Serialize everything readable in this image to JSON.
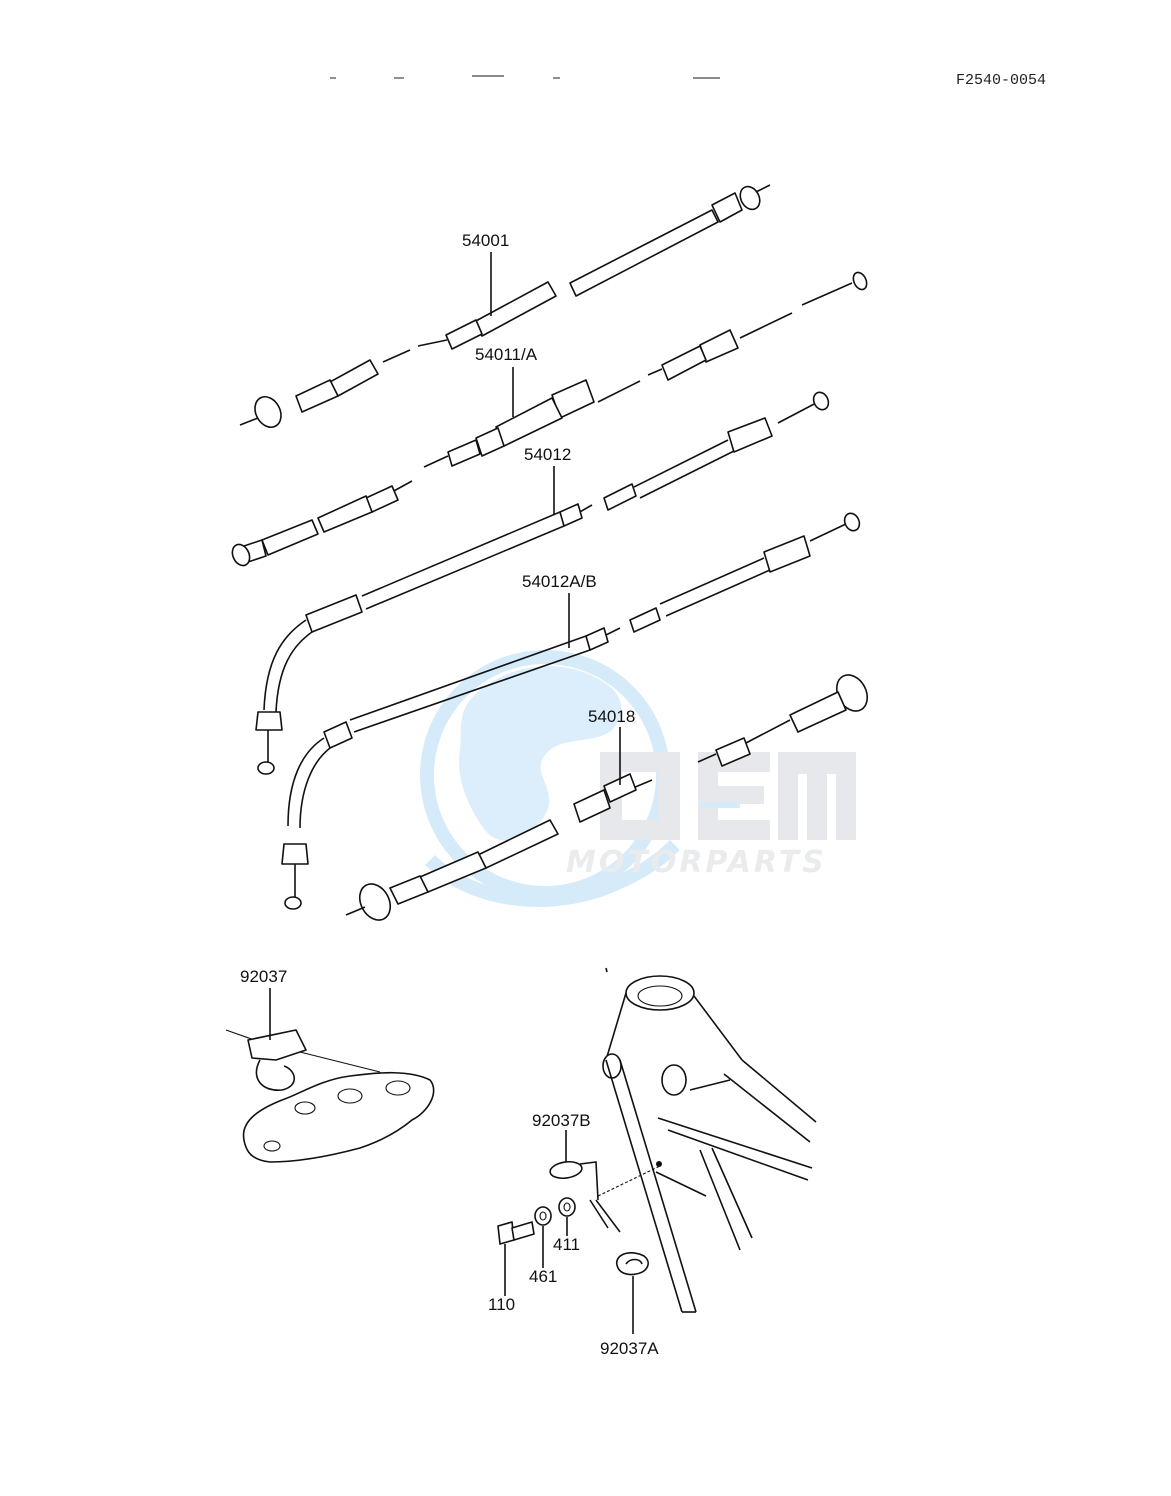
{
  "header": {
    "ref_code": "F2540-0054"
  },
  "watermark": {
    "brand": "OEM",
    "subtitle": "MOTORPARTS",
    "colors": {
      "globe": "#5aaee6",
      "letters": "#9aa0a6",
      "bar": "#5aaee6"
    }
  },
  "callouts": [
    {
      "id": "c54001",
      "part": "54001"
    },
    {
      "id": "c54011",
      "part": "54011/A"
    },
    {
      "id": "c54012",
      "part": "54012"
    },
    {
      "id": "c54012ab",
      "part": "54012A/B"
    },
    {
      "id": "c54018",
      "part": "54018"
    },
    {
      "id": "c92037",
      "part": "92037"
    },
    {
      "id": "c92037b",
      "part": "92037B"
    },
    {
      "id": "c110",
      "part": "110"
    },
    {
      "id": "c461",
      "part": "461"
    },
    {
      "id": "c411",
      "part": "411"
    },
    {
      "id": "c92037a",
      "part": "92037A"
    }
  ]
}
